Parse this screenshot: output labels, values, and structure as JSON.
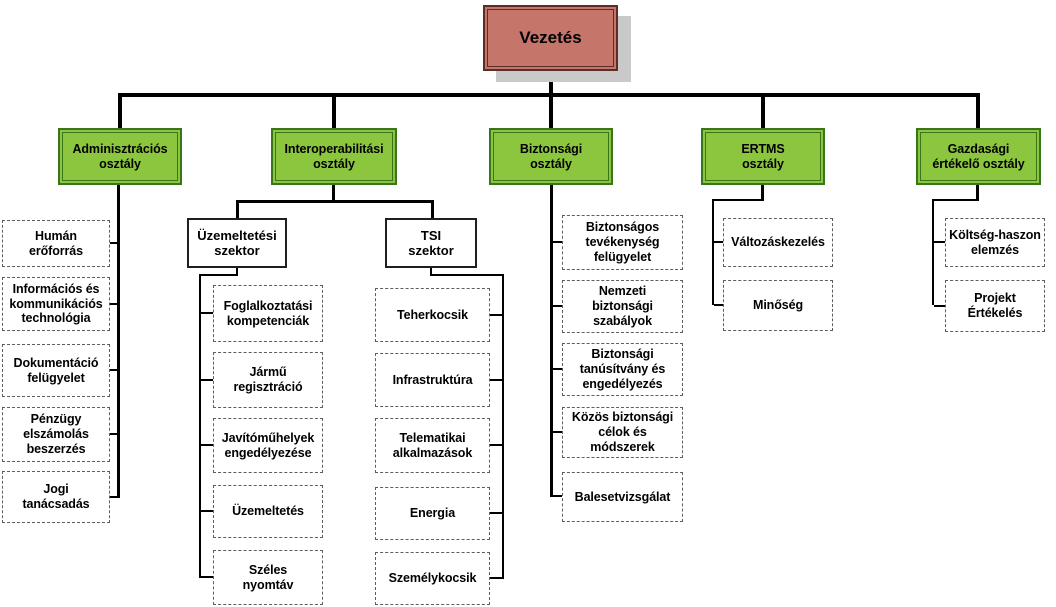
{
  "chart": {
    "type": "org-chart",
    "root": {
      "label": "Vezetés"
    },
    "departments": [
      {
        "label": "Adminisztrációs\nosztály",
        "units": [
          "Humán\nerőforrás",
          "Információs és\nkommunikációs\ntechnológia",
          "Dokumentáció\nfelügyelet",
          "Pénzügy\nelszámolás\nbeszerzés",
          "Jogi\ntanácsadás"
        ]
      },
      {
        "label": "Interoperabilitási\nosztály",
        "sectors": [
          {
            "label": "Üzemeltetési\nszektor",
            "units": [
              "Foglalkoztatási\nkompetenciák",
              "Jármű\nregisztráció",
              "Javítóműhelyek\nengedélyezése",
              "Üzemeltetés",
              "Széles\nnyomtáv"
            ]
          },
          {
            "label": "TSI\nszektor",
            "units": [
              "Teherkocsik",
              "Infrastruktúra",
              "Telematikai\nalkalmazások",
              "Energia",
              "Személykocsik"
            ]
          }
        ]
      },
      {
        "label": "Biztonsági\nosztály",
        "units": [
          "Biztonságos\ntevékenység\nfelügyelet",
          "Nemzeti\nbiztonsági\nszabályok",
          "Biztonsági\ntanúsítvány és\nengedélyezés",
          "Közös biztonsági\ncélok és\nmódszerek",
          "Balesetvizsgálat"
        ]
      },
      {
        "label": "ERTMS\nosztály",
        "units": [
          "Változáskezelés",
          "Minőség"
        ]
      },
      {
        "label": "Gazdasági\nértékelő osztály",
        "units": [
          "Költség-haszon\nelemzés",
          "Projekt\nÉrtékelés"
        ]
      }
    ],
    "colors": {
      "root_fill": "#C6756B",
      "root_border": "#5A2D28",
      "root_shadow": "#C9C9C9",
      "dept_fill": "#8CC63E",
      "dept_border": "#39761B",
      "leaf_border": "#5E5E5E",
      "connector": "#000000"
    }
  }
}
